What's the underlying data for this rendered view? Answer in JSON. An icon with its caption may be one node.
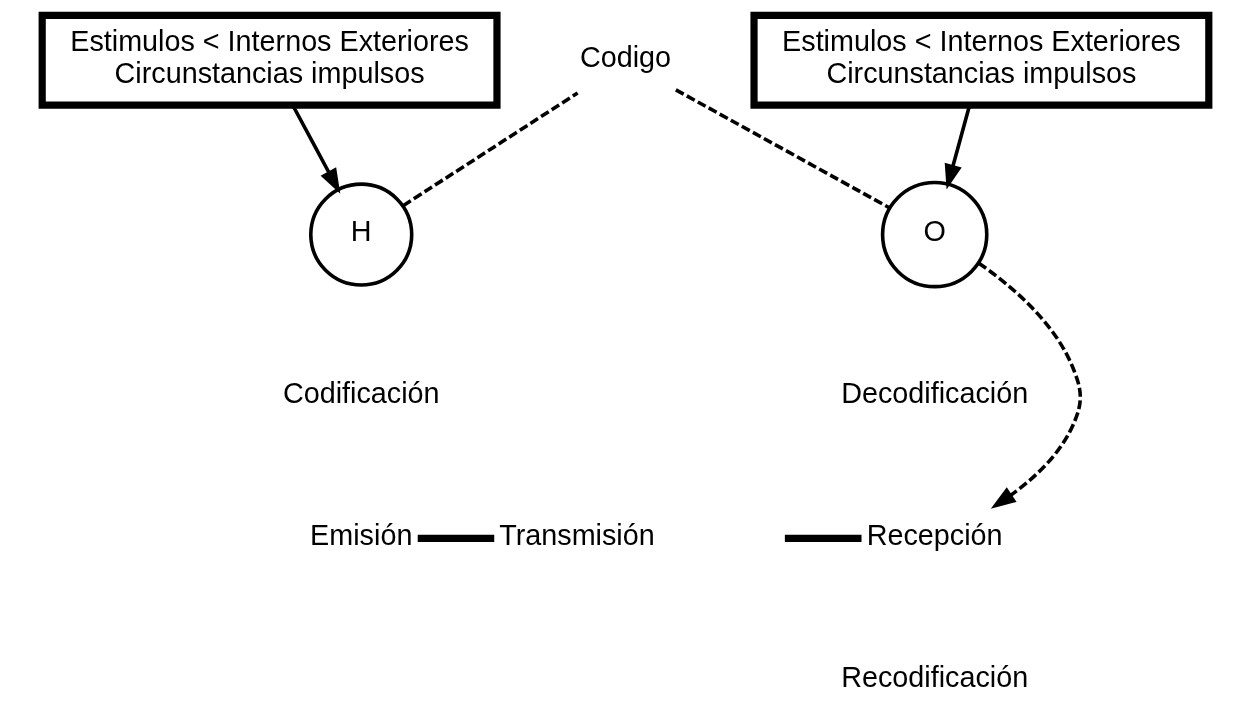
{
  "diagram": {
    "nodes": [
      {
        "text": [
          "Estimulos < Internos Exteriores",
          "Circunstancias impulsos"
        ]
      },
      {
        "text": [
          "Estimulos < Internos Exteriores",
          "Circunstancias impulsos"
        ]
      },
      {
        "text": [
          "H"
        ],
        "beside": [
          "Codificación"
        ]
      },
      {
        "text": [
          "O"
        ],
        "beside": [
          "Decodificación"
        ]
      },
      {
        "text": [
          "Codigo"
        ]
      },
      {
        "text": [
          "Emisión"
        ]
      },
      {
        "text": [
          "Transmisión"
        ]
      },
      {
        "text": [
          "Recepción"
        ]
      }
    ],
    "edges": [
      {
        "from": 0,
        "to": 2,
        "arrow": "to"
      },
      {
        "from": 1,
        "to": 3,
        "arrow": "to"
      },
      {
        "from": 2,
        "to": 4,
        "arrow": "none",
        "style": "dashed"
      },
      {
        "from": 4,
        "to": 3,
        "arrow": "none",
        "style": "dashed"
      },
      {
        "from": 5,
        "to": 6,
        "arrow": "none",
        "style": "thick"
      },
      {
        "from": null,
        "to": 7,
        "arrow": "none",
        "style": "thick"
      },
      {
        "from": 3,
        "to": 7,
        "arrow": "to",
        "style": "dashed"
      }
    ],
    "labels": [
      "Recodificación"
    ]
  }
}
